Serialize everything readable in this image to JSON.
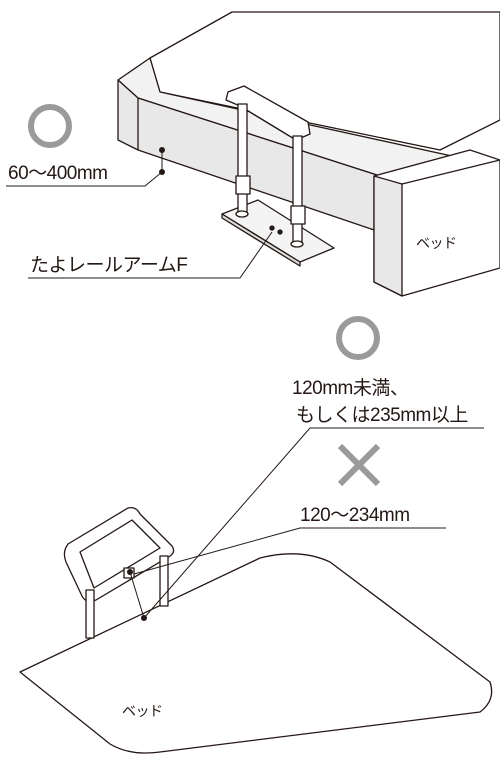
{
  "top": {
    "ok_symbol": "○",
    "range_label": "60～400mm",
    "product_label": "たよレールアームF",
    "bed_label": "ベッド"
  },
  "bottom": {
    "ok_symbol": "○",
    "ok_line1": "120mm未満、",
    "ok_line2": "もしくは235mm以上",
    "ng_symbol": "×",
    "ng_label": "120～234mm",
    "bed_label": "ベッド"
  },
  "colors": {
    "line": "#231815",
    "ok": "#9a9a9a",
    "ng": "#9a9a9a",
    "face_shade": "#e8e8e8"
  }
}
